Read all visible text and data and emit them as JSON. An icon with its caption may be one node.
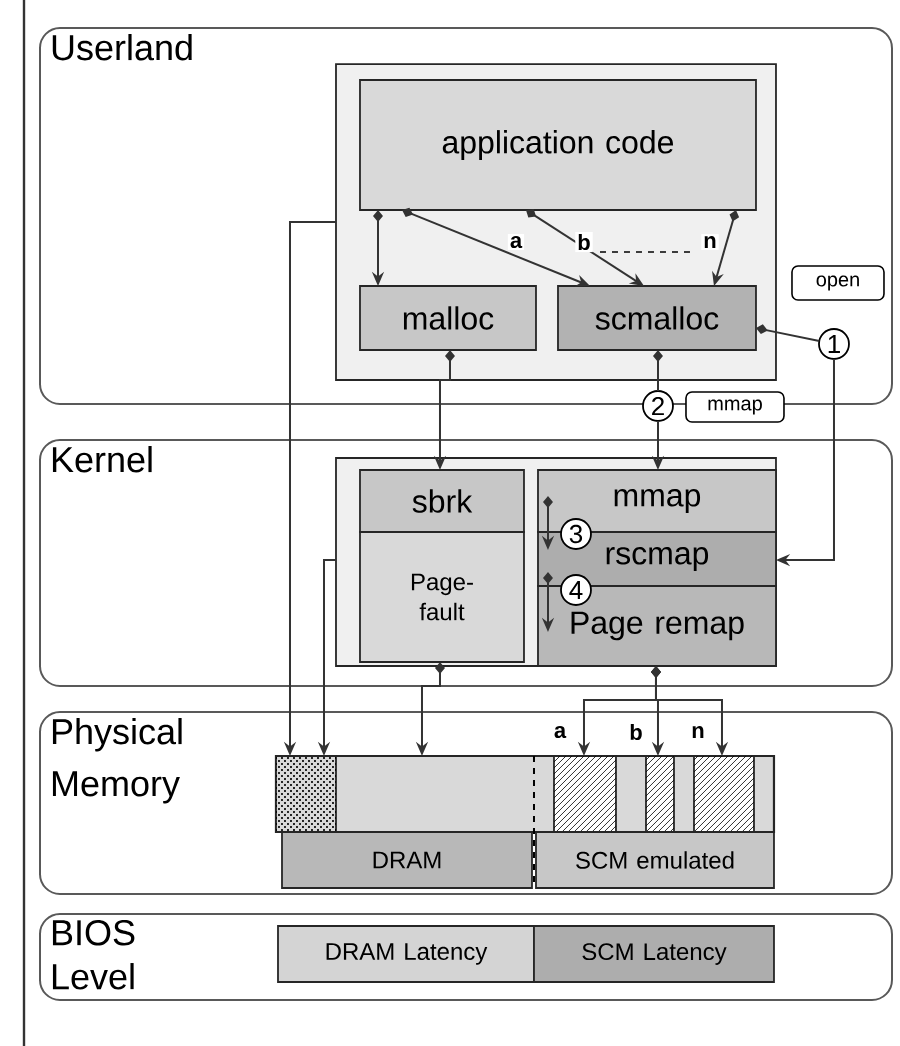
{
  "diagram": {
    "nodes": [
      {
        "text": [
          "Userland"
        ]
      },
      {
        "text": [],
        "shape": "box",
        "in": 0
      },
      {
        "text": [
          "application code"
        ],
        "in": 1
      },
      {
        "text": [
          "malloc"
        ],
        "in": 1
      },
      {
        "text": [
          "scmalloc"
        ],
        "in": 1
      },
      {
        "text": [
          "open"
        ],
        "in": 0
      },
      {
        "text": [
          "1"
        ],
        "in": 0
      },
      {
        "text": [
          "2"
        ]
      },
      {
        "text": [
          "mmap"
        ]
      },
      {
        "text": [
          "Kernel"
        ]
      },
      {
        "text": [],
        "shape": "box",
        "in": 9
      },
      {
        "text": [
          "sbrk"
        ],
        "in": 10
      },
      {
        "text": [
          "Page-fault"
        ],
        "in": 10
      },
      {
        "text": [
          "mmap"
        ],
        "in": 10
      },
      {
        "text": [
          "rscmap"
        ],
        "in": 10
      },
      {
        "text": [
          "Page remap"
        ],
        "in": 10
      },
      {
        "text": [
          "3"
        ],
        "in": 10
      },
      {
        "text": [
          "4"
        ],
        "in": 10
      },
      {
        "text": [
          "Physical Memory"
        ]
      },
      {
        "text": [],
        "shape": "bar",
        "in": 18
      },
      {
        "text": [],
        "shape": "box",
        "in": 19
      },
      {
        "text": [],
        "shape": "box",
        "in": 19
      },
      {
        "text": [],
        "shape": "box",
        "in": 19
      },
      {
        "text": [],
        "shape": "box",
        "in": 19
      },
      {
        "text": [
          "DRAM"
        ],
        "in": 18
      },
      {
        "text": [
          "SCM emulated"
        ],
        "in": 18
      },
      {
        "text": [
          "BIOS Level"
        ]
      },
      {
        "text": [
          "DRAM Latency"
        ],
        "in": 26
      },
      {
        "text": [
          "SCM Latency"
        ],
        "in": 26
      }
    ],
    "edges": [
      {
        "from": 2,
        "to": 3,
        "arrow": "to"
      },
      {
        "from": 2,
        "to": 4,
        "arrow": "to",
        "label": "a"
      },
      {
        "from": 2,
        "to": 4,
        "arrow": "to",
        "label": "b"
      },
      {
        "from": 2,
        "to": 4,
        "arrow": "to",
        "label": "n"
      },
      {
        "from": 1,
        "to": 20,
        "arrow": "to"
      },
      {
        "from": 10,
        "to": 20,
        "arrow": "to"
      },
      {
        "from": 3,
        "to": 11,
        "arrow": "to"
      },
      {
        "from": 4,
        "to": 7,
        "arrow": "other"
      },
      {
        "from": 7,
        "to": 13,
        "arrow": "to"
      },
      {
        "from": 4,
        "to": 6,
        "arrow": "other"
      },
      {
        "from": 6,
        "to": 14,
        "arrow": "to"
      },
      {
        "from": 13,
        "to": 14,
        "arrow": "to"
      },
      {
        "from": 14,
        "to": 15,
        "arrow": "to"
      },
      {
        "from": 12,
        "to": 19,
        "arrow": "to"
      },
      {
        "from": 15,
        "to": 21,
        "arrow": "to",
        "label": "a"
      },
      {
        "from": 15,
        "to": 22,
        "arrow": "to",
        "label": "b"
      },
      {
        "from": 15,
        "to": 23,
        "arrow": "to",
        "label": "n"
      }
    ]
  }
}
